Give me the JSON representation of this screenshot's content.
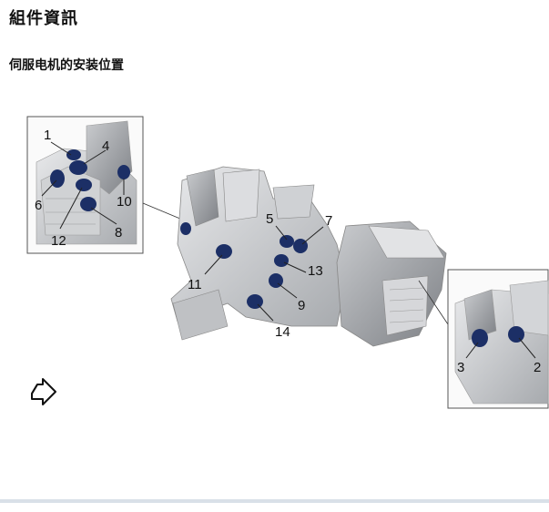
{
  "document": {
    "title": "組件資訊",
    "section_title": "伺服电机的安装位置"
  },
  "figure": {
    "callouts": [
      "1",
      "4",
      "6",
      "10",
      "12",
      "8",
      "5",
      "7",
      "13",
      "11",
      "9",
      "14",
      "3",
      "2"
    ],
    "accent_color": "#1c2f66",
    "icon": "forward-arrow-icon"
  }
}
